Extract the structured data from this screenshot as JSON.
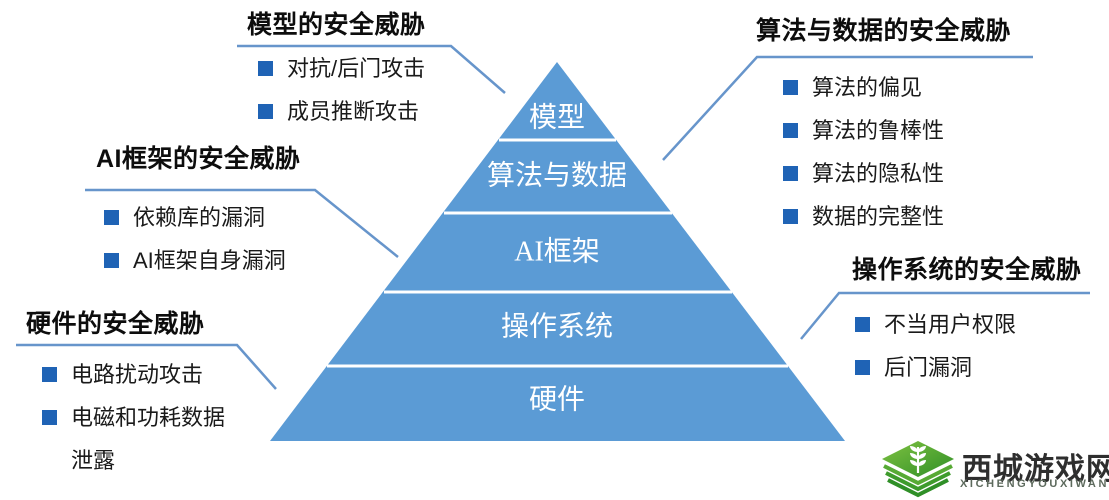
{
  "diagram": {
    "pyramid_layers": [
      "模型",
      "算法与数据",
      "AI框架",
      "操作系统",
      "硬件"
    ],
    "callouts": {
      "model": {
        "title": "模型的安全威胁",
        "items": [
          "对抗/后门攻击",
          "成员推断攻击"
        ]
      },
      "algorithm_data": {
        "title": "算法与数据的安全威胁",
        "items": [
          "算法的偏见",
          "算法的鲁棒性",
          "算法的隐私性",
          "数据的完整性"
        ]
      },
      "ai_framework": {
        "title": "AI框架的安全威胁",
        "items": [
          "依赖库的漏洞",
          "AI框架自身漏洞"
        ]
      },
      "os": {
        "title": "操作系统的安全威胁",
        "items": [
          "不当用户权限",
          "后门漏洞"
        ]
      },
      "hardware": {
        "title": "硬件的安全威胁",
        "items": [
          "电路扰动攻击",
          "电磁和功耗数据泄露"
        ]
      }
    },
    "colors": {
      "pyramid_fill": "#5B9BD5",
      "connector_line": "#6795CB",
      "bullet_square": "#1F63B5"
    }
  },
  "watermark": {
    "site_name": "西城游戏网",
    "site_name_latin": "XICHENGYOUXIWANG",
    "logo_green": "#45A629"
  }
}
